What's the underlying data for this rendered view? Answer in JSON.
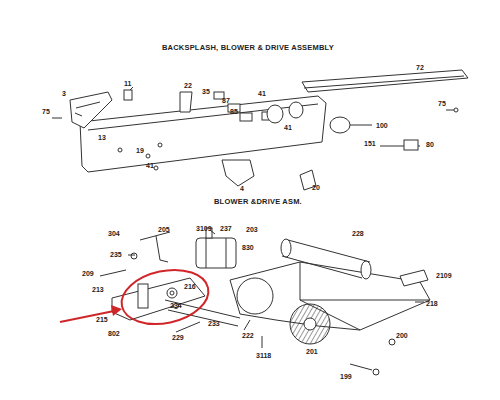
{
  "diagram": {
    "title": "BACKSPLASH, BLOWER & DRIVE ASSEMBLY",
    "labels": [
      "BLOWER &DRIVE ASM.",
      "11",
      "22",
      "3",
      "75",
      "35",
      "87",
      "85",
      "41",
      "72",
      "75",
      "13",
      "19",
      "41",
      "100",
      "41",
      "151",
      "80",
      "4",
      "20",
      "304",
      "205",
      "3109",
      "237",
      "203",
      "228",
      "830",
      "235",
      "209",
      "213",
      "216",
      "234",
      "215",
      "2109",
      "218",
      "233",
      "802",
      "229",
      "222",
      "201",
      "200",
      "3118",
      "199"
    ]
  }
}
